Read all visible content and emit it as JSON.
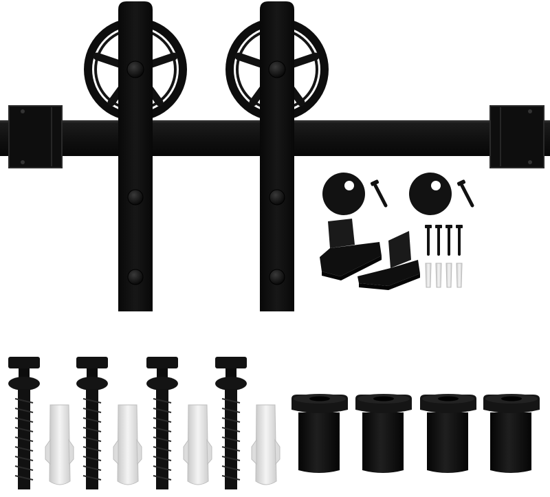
{
  "image": {
    "subject": "barn-door-hardware-kit",
    "background_color": "#ffffff",
    "hardware_color": "#111111",
    "highlight_color": "#2a2a2a",
    "nylon_color": "#e8e8e8"
  },
  "components": {
    "rail_count": 1,
    "rail_end_caps": 2,
    "spoke_wheel_hangers": 2,
    "wheel_spokes": 5,
    "anti_jump_discs": 2,
    "floor_guides": 2,
    "small_screws": 4,
    "small_anchors": 4,
    "lag_bolts_with_spacer_washer": 4,
    "wall_anchors": 4,
    "rail_spacers": 4
  }
}
